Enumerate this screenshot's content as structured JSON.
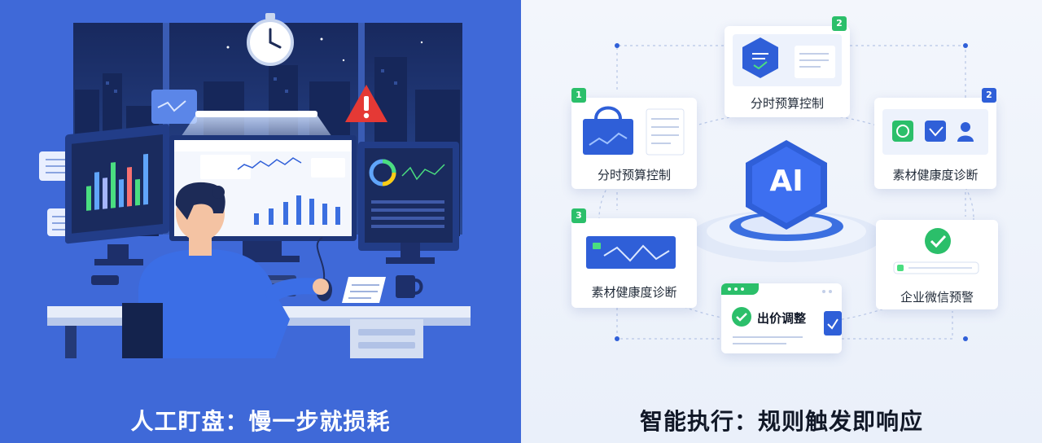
{
  "left_panel": {
    "caption": "人工盯盘：慢一步就损耗",
    "bg_color": "#3f69d8",
    "icons": [
      "clock-icon",
      "warning-icon",
      "chart-icon",
      "coffee-mug-icon",
      "notepad-icon",
      "mouse-icon",
      "keyboard-icon"
    ]
  },
  "right_panel": {
    "caption": "智能执行：规则触发即响应",
    "hub_label": "AI",
    "cards": [
      {
        "badge": "2",
        "label": "分时预算控制",
        "icon": "shield-doc-icon"
      },
      {
        "badge": "1",
        "label": "分时预算控制",
        "icon": "shopping-bag-icon"
      },
      {
        "badge": "2",
        "label": "素材健康度诊断",
        "icon": "target-icon"
      },
      {
        "badge": "3",
        "label": "素材健康度诊断",
        "icon": "line-chart-icon"
      },
      {
        "label": "出价调整",
        "icon": "check-circle-icon"
      },
      {
        "label": "企业微信预警",
        "icon": "check-circle-icon"
      }
    ]
  },
  "colors": {
    "accent": "#2f5fd8",
    "green": "#2bbf6a",
    "warning": "#e53935"
  }
}
